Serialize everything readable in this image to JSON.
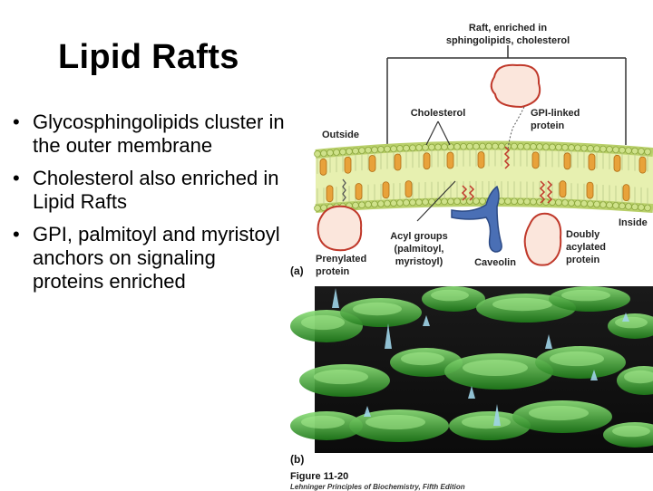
{
  "slide": {
    "title": "Lipid Rafts",
    "bullets": [
      "Glycosphingolipids cluster in the outer membrane",
      "Cholesterol also enriched in Lipid Rafts",
      "GPI, palmitoyl and myristoyl anchors on signaling proteins enriched"
    ]
  },
  "figure": {
    "raft_label_line1": "Raft, enriched in",
    "raft_label_line2": "sphingolipids, cholesterol",
    "outside_label": "Outside",
    "inside_label": "Inside",
    "cholesterol_label": "Cholesterol",
    "gpi_label_line1": "GPI-linked",
    "gpi_label_line2": "protein",
    "prenylated_line1": "Prenylated",
    "prenylated_line2": "protein",
    "acyl_line1": "Acyl groups",
    "acyl_line2": "(palmitoyl,",
    "acyl_line3": "myristoyl)",
    "caveolin_label": "Caveolin",
    "doubly_line1": "Doubly",
    "doubly_line2": "acylated",
    "doubly_line3": "protein",
    "panel_a": "(a)",
    "panel_b": "(b)",
    "caption": "Figure 11-20",
    "credit": "Lehninger Principles of Biochemistry, Fifth Edition"
  },
  "colors": {
    "membrane_green": "#cfe28a",
    "cholesterol_orange": "#e8a23a",
    "protein_fill": "#fbe6dc",
    "protein_stroke": "#c0392b",
    "caveolin_blue": "#4a6fb5",
    "afm_green": "#3fae2f"
  }
}
